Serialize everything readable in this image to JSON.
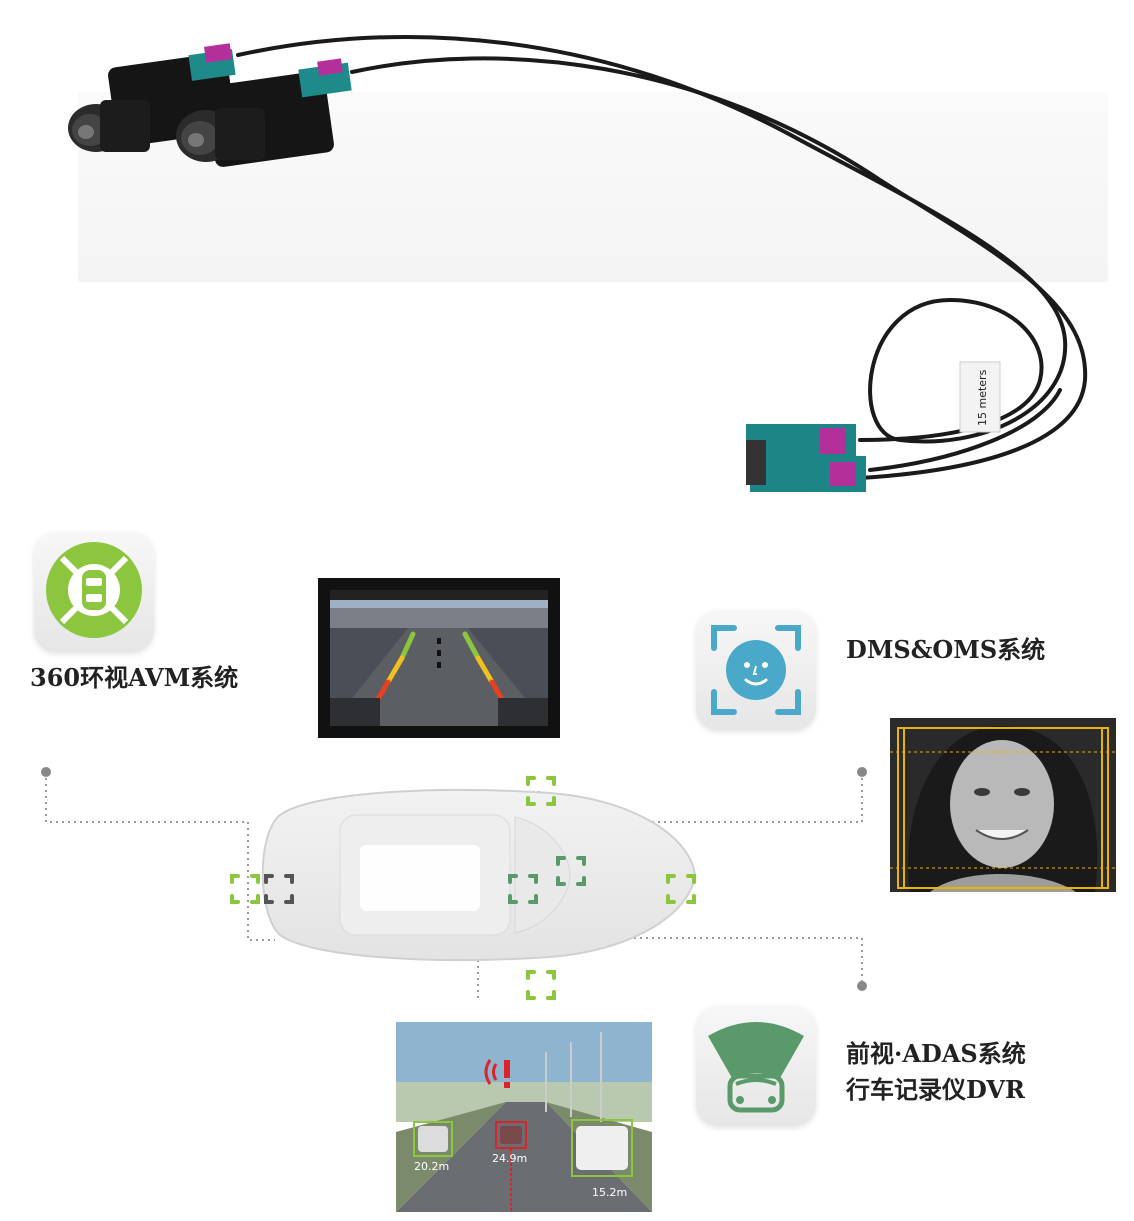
{
  "product": {
    "cable_tag": "15 meters"
  },
  "features": {
    "avm": {
      "label": "360环视AVM系统",
      "icon": "surround-view-car-icon",
      "color": "#8cc63f"
    },
    "dms": {
      "label": "DMS&OMS系统",
      "icon": "driver-face-monitor-icon",
      "color": "#4aa8c9"
    },
    "adas": {
      "lines": [
        "前视·ADAS系统",
        "行车记录仪DVR"
      ],
      "icon": "front-view-car-icon",
      "color": "#5a9a6a"
    }
  },
  "adas_scene": {
    "distances": [
      "20.2m",
      "24.9m",
      "15.2m"
    ]
  },
  "colors": {
    "marker_green": "#8cc63f",
    "marker_dark": "#555555",
    "face_frame": "#e8b400",
    "alert_red": "#d9252a"
  }
}
